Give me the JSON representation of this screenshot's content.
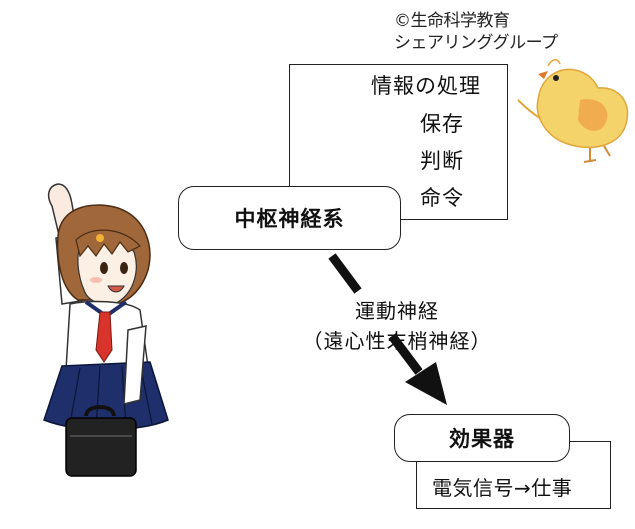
{
  "copyright": "©生命科学教育\nシェアリンググループ",
  "info": {
    "title": "情報の処理",
    "items": [
      "保存",
      "判断",
      "命令"
    ]
  },
  "cns": {
    "label": "中枢神経系"
  },
  "motor": {
    "line1": "運動神経",
    "line2": "（遠心性末梢神経）"
  },
  "effector": {
    "label": "効果器"
  },
  "work": {
    "label": "電気信号→仕事"
  },
  "colors": {
    "chick_yellow": "#f2c94c",
    "chick_orange": "#e79a3a",
    "hair_brown": "#a0673a",
    "skirt_navy": "#1f2f6b",
    "tie_red": "#d9342b",
    "bag_black": "#222222"
  },
  "icons": {
    "character": "student-girl-pointing-illustration",
    "mascot": "chick-illustration",
    "arrow": "downward-arrow-icon"
  }
}
